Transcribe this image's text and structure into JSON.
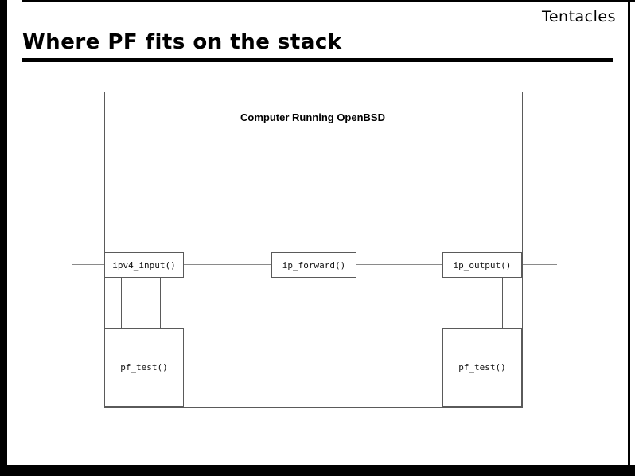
{
  "slide": {
    "corner_label": "Tentacles",
    "title": "Where PF fits on the stack"
  },
  "diagram": {
    "container_label": "Computer Running OpenBSD",
    "nodes": {
      "ipv4_input": "ipv4_input()",
      "ip_forward": "ip_forward()",
      "ip_output": "ip_output()",
      "pf_test_left": "pf_test()",
      "pf_test_right": "pf_test()"
    }
  },
  "colors": {
    "background": "#ffffff",
    "frame": "#000000",
    "text": "#000000",
    "diagram_line": "#5a5a5a",
    "network_wire": "#8a8a8a"
  }
}
